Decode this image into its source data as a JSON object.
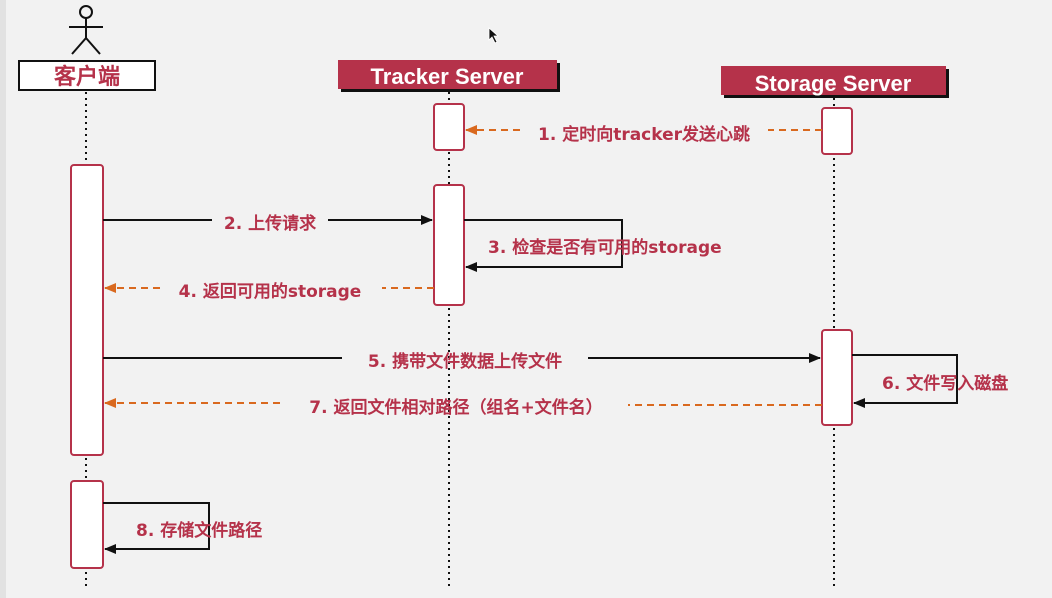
{
  "participants": {
    "client": "客户端",
    "tracker": "Tracker Server",
    "storage": "Storage Server"
  },
  "messages": {
    "m1": "1. 定时向tracker发送心跳",
    "m2": "2. 上传请求",
    "m3": "3. 检查是否有可用的storage",
    "m4": "4. 返回可用的storage",
    "m5": "5. 携带文件数据上传文件",
    "m6": "6. 文件写入磁盘",
    "m7": "7. 返回文件相对路径（组名+文件名）",
    "m8": "8. 存储文件路径"
  },
  "colors": {
    "accent": "#b5324a",
    "return_arrow": "#d9691f",
    "header_fill": "#b5324a"
  }
}
